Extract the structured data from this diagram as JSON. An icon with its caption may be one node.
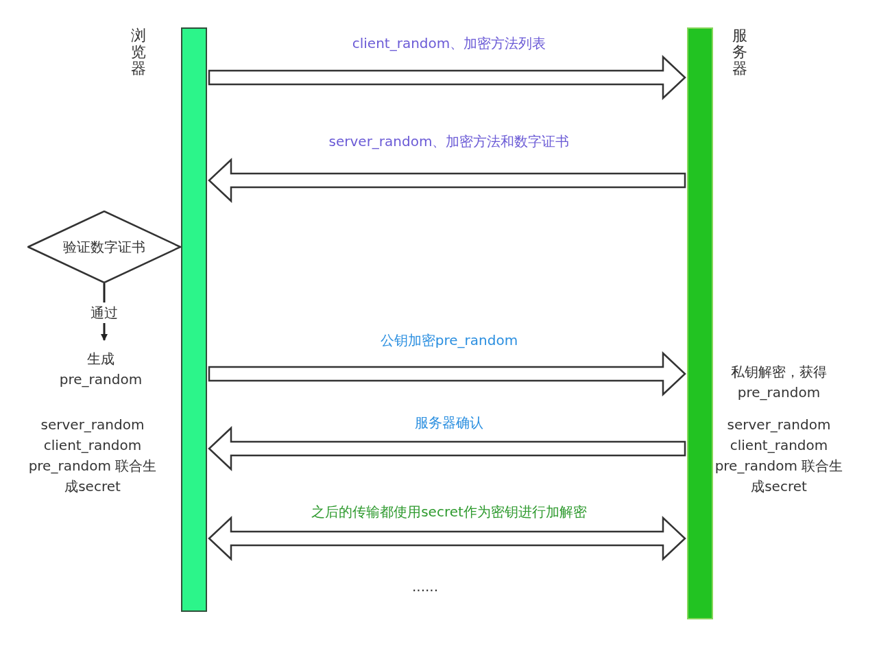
{
  "diagram": {
    "nodes": [
      {
        "text": [
          "浏览器"
        ]
      },
      {
        "text": [
          "服务器"
        ]
      },
      {
        "text": [
          "验证数字证书"
        ]
      },
      {
        "text": [
          "生成 pre_random"
        ]
      }
    ],
    "edges": [
      {
        "from": 0,
        "to": 1,
        "arrow": "to",
        "label": "client_random、加密方法列表"
      },
      {
        "from": 1,
        "to": 0,
        "arrow": "to",
        "label": "server_random、加密方法和数字证书"
      },
      {
        "from": 0,
        "to": 1,
        "arrow": "to",
        "label": "公钥加密pre_random"
      },
      {
        "from": 1,
        "to": 0,
        "arrow": "to",
        "label": "服务器确认"
      },
      {
        "from": 0,
        "to": 1,
        "arrow": "both",
        "label": "之后的传输都使用secret作为密钥进行加解密"
      },
      {
        "from": 2,
        "to": 3,
        "arrow": "to",
        "label": "通过"
      }
    ],
    "labels": [
      "私钥解密，获得 pre_random",
      "server_random client_random pre_random 联合生成secret",
      "server_random client_random pre_random 联合生成secret",
      "......"
    ]
  }
}
